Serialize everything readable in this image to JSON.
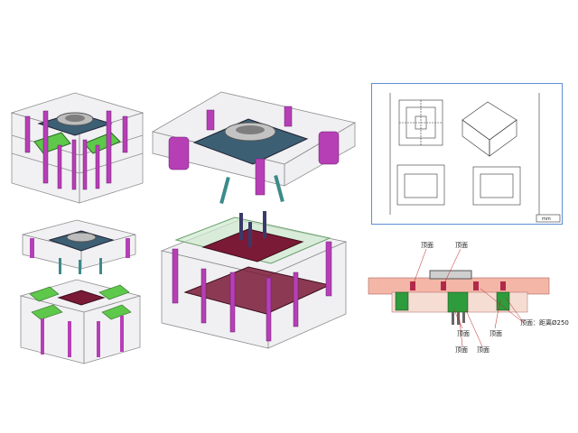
{
  "colors": {
    "mold_frame": "#9a9a9a",
    "mold_fill": "#e9e9ee",
    "pins": "#b63fb6",
    "slides": "#5ec84a",
    "core": "#7a1a36",
    "cavity_plate": "#3c5f74",
    "sheet_border": "#5b8fd6",
    "section_plate": "#f4b6a6",
    "section_green": "#2e9b3c"
  },
  "drawing_sheet": {
    "title_block": "mm"
  },
  "section_callouts": {
    "top_left": "顶面",
    "top_right": "顶面",
    "right_note": "顶面：距离Ø250",
    "bottom_1": "顶面",
    "bottom_2": "顶面",
    "bottom_3": "顶面",
    "bottom_4": "顶面"
  }
}
